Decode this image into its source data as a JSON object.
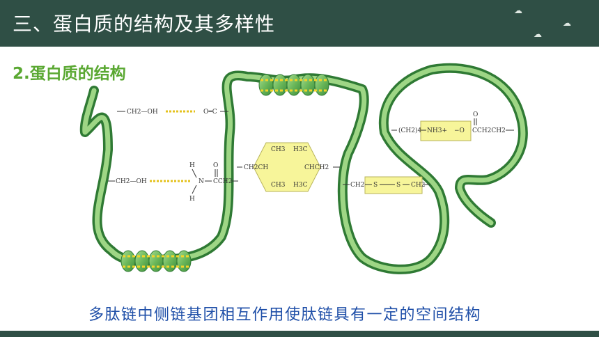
{
  "header": {
    "title": "三、蛋白质的结构及其多样性"
  },
  "section": {
    "title": "2.蛋白质的结构"
  },
  "diagram": {
    "left_top": {
      "ch2oh": "CH2—OH",
      "co": "O═C"
    },
    "left_mid": {
      "ch2oh": "CH2—OH",
      "h_top": "H",
      "n": "N",
      "h_bottom": "H",
      "o": "O",
      "cch2": "CCH2"
    },
    "center": {
      "ch2ch": "CH2CH",
      "ch3_1": "CH3",
      "h3c_1": "H3C",
      "chch2": "CHCH2",
      "ch3_2": "CH3",
      "h3c_2": "H3C"
    },
    "disulfide": {
      "ch2_left": "CH2",
      "s1": "S",
      "s2": "S",
      "ch2_right": "CH2"
    },
    "right_top": {
      "ch2_4": "(CH2)4",
      "nh3": "NH3+",
      "o_minus": "−O",
      "o_top": "O",
      "cch2ch2": "CCH2CH2"
    }
  },
  "caption": "多肽链中侧链基团相互作用使肽链具有一定的空间结构",
  "colors": {
    "header_bg": "#2f4f45",
    "ribbon": "#7cc36b",
    "ribbon_dark": "#3c8c3c",
    "box": "#f7f59a",
    "accent_green": "#5aa832",
    "caption_blue": "#1f4fa8"
  }
}
